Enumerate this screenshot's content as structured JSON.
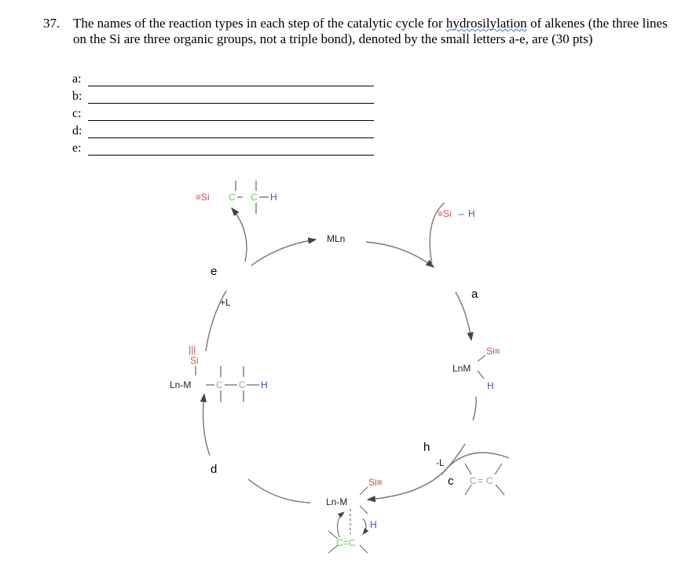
{
  "question": {
    "number": "37.",
    "text_before": "The names of the reaction types in each step of the catalytic cycle for ",
    "misspelled_word": "hydrosilylation",
    "text_after": " of alkenes (the three lines on the Si are three organic groups, not a triple bond), denoted by the small letters a-e, are (30 pts)",
    "answers": [
      {
        "label": "a:",
        "value": ""
      },
      {
        "label": "b:",
        "value": ""
      },
      {
        "label": "c:",
        "value": ""
      },
      {
        "label": "d:",
        "value": ""
      },
      {
        "label": "e:",
        "value": ""
      }
    ]
  },
  "diagram": {
    "catalyst": "MLn",
    "silane": {
      "si": "≡Si",
      "dash": "–",
      "h": "H"
    },
    "product": {
      "si": "≡Si",
      "c1": "C",
      "c2": "C",
      "h": "H"
    },
    "step_labels": {
      "a": "a",
      "b": "h",
      "c": "c",
      "d": "d",
      "e": "e"
    },
    "ligand_loss": "-L",
    "ligand_gain": "+L",
    "oxidative_adduct": {
      "lnm": "LnM",
      "si": "Si≡",
      "h": "H"
    },
    "alkene": {
      "c1": "C",
      "eq": "=",
      "c2": "C"
    },
    "pi_complex": {
      "lnm": "Ln-M",
      "si": "Si≡",
      "h": "H",
      "alkene": "C=C"
    },
    "alkyl_complex": {
      "triple": "|||",
      "si": "Si",
      "lnm": "Ln-M",
      "c1": "C",
      "c2": "C",
      "h": "H"
    },
    "colors": {
      "silicon": "#c9504f",
      "carbon": "#6cc85a",
      "hydrogen": "#3a4fc4",
      "arrow": "#777777"
    }
  }
}
